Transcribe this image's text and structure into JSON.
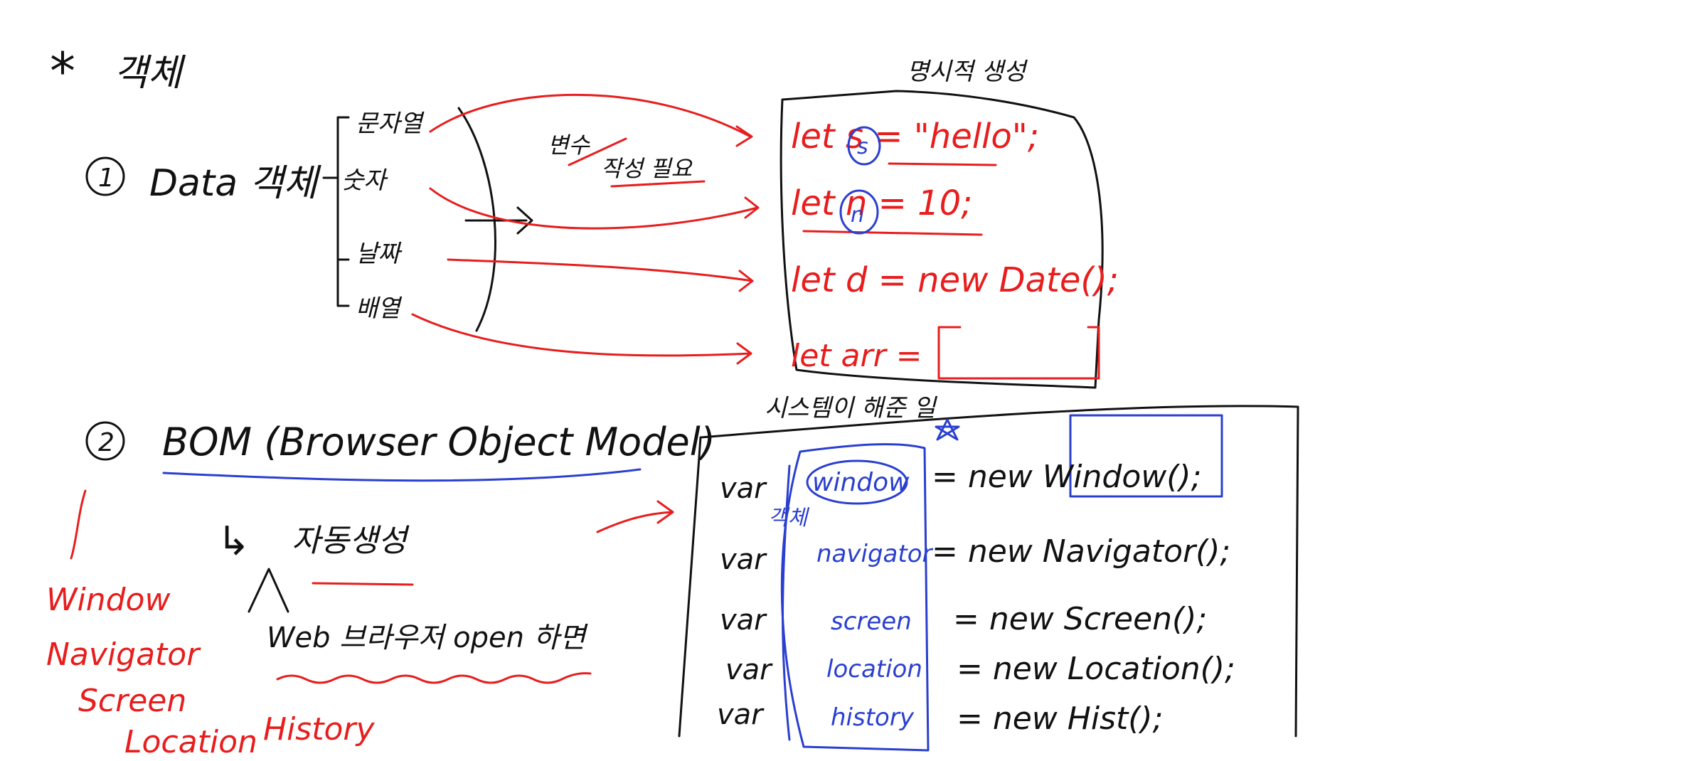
{
  "colors": {
    "black": "#111111",
    "red": "#e81d1d",
    "blue": "#2a3fcf",
    "background": "#ffffff"
  },
  "heading": {
    "marker": "*",
    "title": "객체"
  },
  "section1": {
    "number": "1",
    "title": "Data 객체",
    "types": [
      "문자열",
      "숫자",
      "날짜",
      "배열"
    ],
    "note_struck": "변수",
    "note": "작성 필요",
    "box_caption": "명시적 생성",
    "code": [
      "let s = \"hello\";",
      "let n = 10;",
      "let d = new Date();",
      "let arr ="
    ],
    "circled": [
      "s",
      "n"
    ]
  },
  "section2": {
    "number": "2",
    "title": "BOM (Browser Object Model)",
    "arrow_note": "자동생성",
    "sub_note": "Web 브라우저 open 하면",
    "list": [
      "Window",
      "Navigator",
      "Screen",
      "Location",
      "History"
    ],
    "box_caption": "시스템이 해준 일",
    "keyword": "var",
    "side_note": "객체",
    "vars": [
      "window",
      "navigator",
      "screen",
      "location",
      "history"
    ],
    "rhs": [
      "= new Window();",
      "= new Navigator();",
      "= new Screen();",
      "= new Location();",
      "= new Hist();"
    ]
  }
}
